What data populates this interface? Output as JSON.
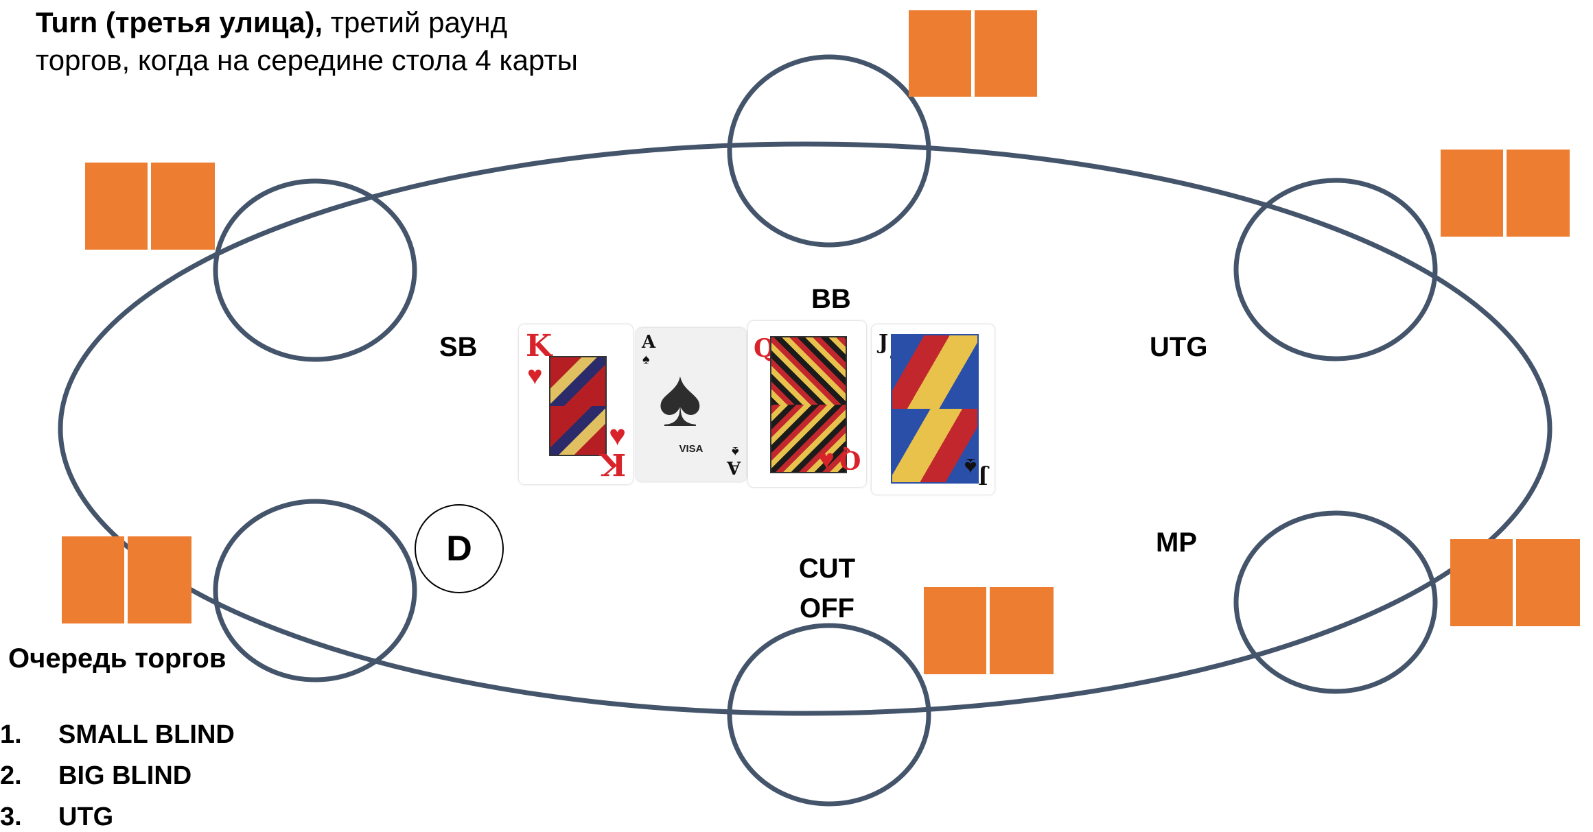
{
  "title": {
    "bold": "Turn (третья улица),",
    "rest": " третий раунд торгов, когда на середине стола 4 карты"
  },
  "seats": {
    "sb": "SB",
    "bb": "BB",
    "utg": "UTG",
    "mp": "MP",
    "cutoff_line1": "CUT",
    "cutoff_line2": "OFF"
  },
  "dealer_button": "D",
  "board_cards": [
    {
      "rank": "K",
      "suit": "♥"
    },
    {
      "rank": "A",
      "suit": "♠",
      "brand": "VISA"
    },
    {
      "rank": "Q",
      "suit": "♥"
    },
    {
      "rank": "J",
      "suit": "♠"
    }
  ],
  "order": {
    "title": "Очередь торгов",
    "items": [
      {
        "num": "1.",
        "label": "SMALL BLIND"
      },
      {
        "num": "2.",
        "label": "BIG BLIND"
      },
      {
        "num": "3.",
        "label": "UTG"
      }
    ]
  },
  "colors": {
    "table_outline": "#44546a",
    "hole_cards": "#ed7d31",
    "red_suit": "#d8232a"
  }
}
